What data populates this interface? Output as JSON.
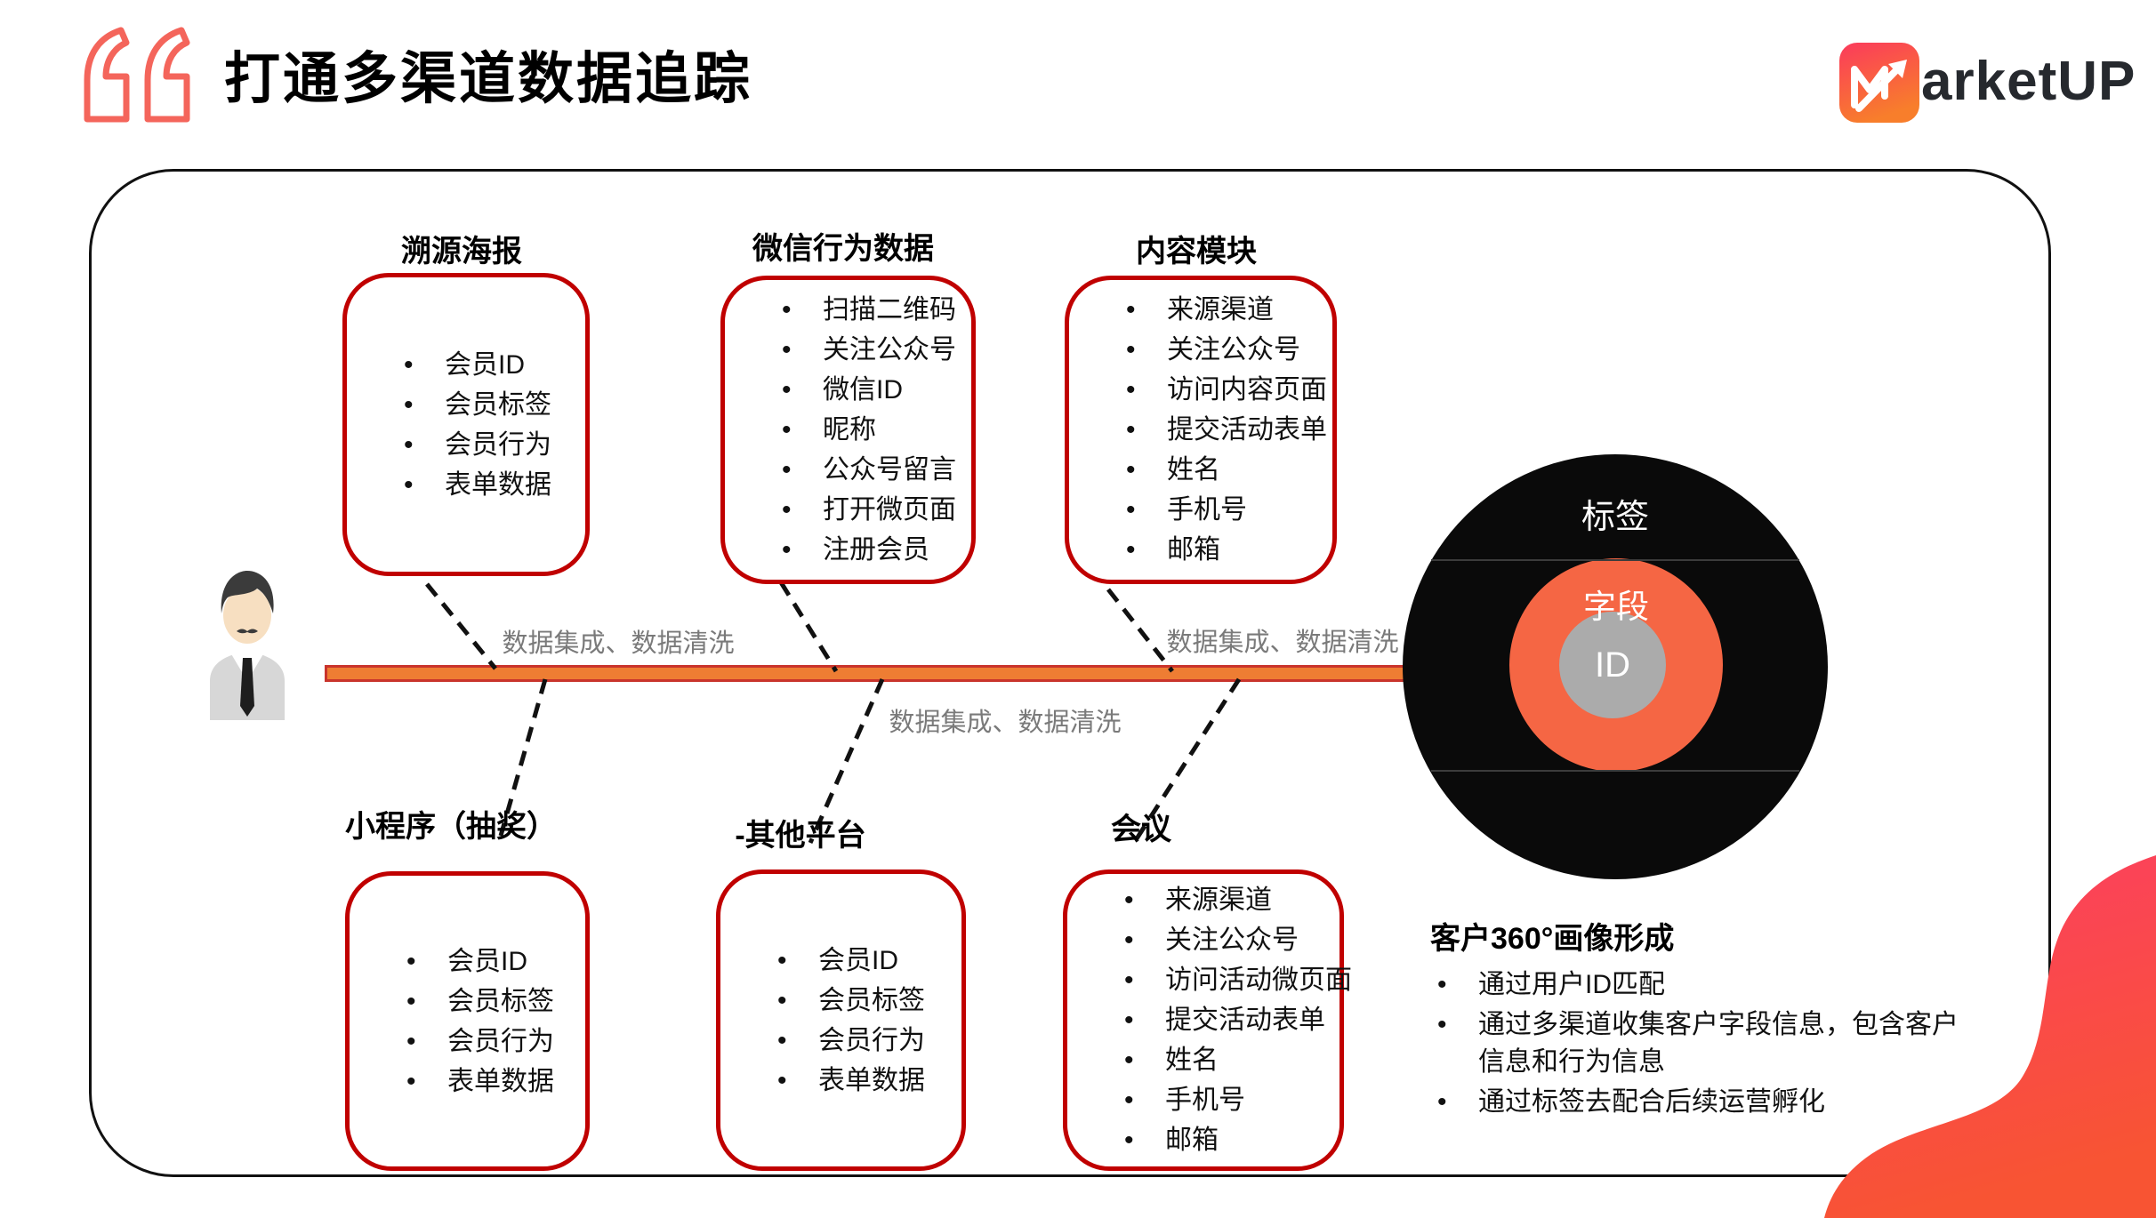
{
  "header": {
    "title": "打通多渠道数据追踪",
    "logo_text": "arketUP"
  },
  "channels_top": [
    {
      "title": "溯源海报",
      "items": [
        "会员ID",
        "会员标签",
        "会员行为",
        "表单数据"
      ]
    },
    {
      "title": "微信行为数据",
      "items": [
        "扫描二维码",
        "关注公众号",
        "微信ID",
        "昵称",
        "公众号留言",
        "打开微页面",
        "注册会员"
      ]
    },
    {
      "title": "内容模块",
      "items": [
        "来源渠道",
        "关注公众号",
        "访问内容页面",
        "提交活动表单",
        "姓名",
        "手机号",
        "邮箱"
      ]
    }
  ],
  "channels_bottom": [
    {
      "title": "小程序（抽奖）",
      "items": [
        "会员ID",
        "会员标签",
        "会员行为",
        "表单数据"
      ]
    },
    {
      "title": "-其他平台",
      "items": [
        "会员ID",
        "会员标签",
        "会员行为",
        "表单数据"
      ]
    },
    {
      "title": "会议",
      "items": [
        "来源渠道",
        "关注公众号",
        "访问活动微页面",
        "提交活动表单",
        "姓名",
        "手机号",
        "邮箱"
      ]
    }
  ],
  "pipeline_labels": {
    "left": "数据集成、数据清洗",
    "center": "数据集成、数据清洗",
    "right": "数据集成、数据清洗"
  },
  "profile_circle": {
    "outer_label": "标签",
    "middle_label": "字段",
    "inner_label": "ID"
  },
  "summary": {
    "heading": "客户360°画像形成",
    "items": [
      "通过用户ID匹配",
      "通过多渠道收集客户字段信息，包含客户信息和行为信息",
      "通过标签去配合后续运营孵化"
    ]
  },
  "colors": {
    "box_border_red": "#C00000",
    "bar_fill": "#EE7D33",
    "bar_border": "#C9342C",
    "quote_coral": "#F4655B",
    "circle_black": "#0A0A0A",
    "circle_orange": "#F56644",
    "circle_gray": "#ABABAB",
    "label_gray": "#7A7A7A",
    "blob_pink": "#FC3E63",
    "blob_orange": "#F85433"
  }
}
